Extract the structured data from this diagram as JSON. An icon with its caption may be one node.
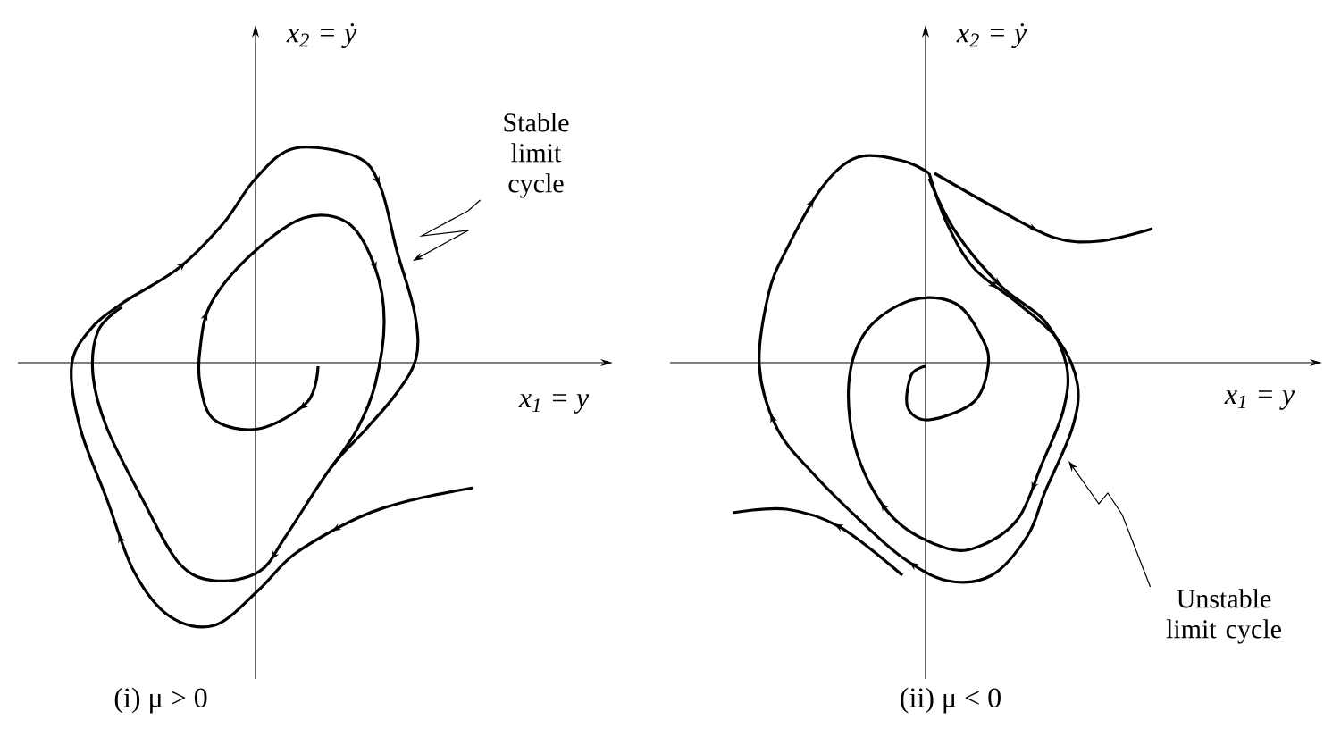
{
  "diagram": {
    "nodes": [
      {
        "text": [
          "Stable limit cycle"
        ]
      },
      {
        "text": [
          "Unstable limit cycle"
        ]
      },
      {
        "text": [],
        "shape": "curve"
      },
      {
        "text": [],
        "shape": "curve"
      }
    ],
    "edges": [
      {
        "from": 0,
        "to": 2,
        "arrow": "to"
      },
      {
        "from": 1,
        "to": 3,
        "arrow": "to"
      }
    ],
    "labels": [
      "x$_{2}$ = ẏ",
      "x$_{1}$ = y",
      "(i)  μ > 0",
      "x$_{2}$ = ẏ",
      "x$_{1}$ = y",
      "(ii)  μ < 0"
    ]
  }
}
